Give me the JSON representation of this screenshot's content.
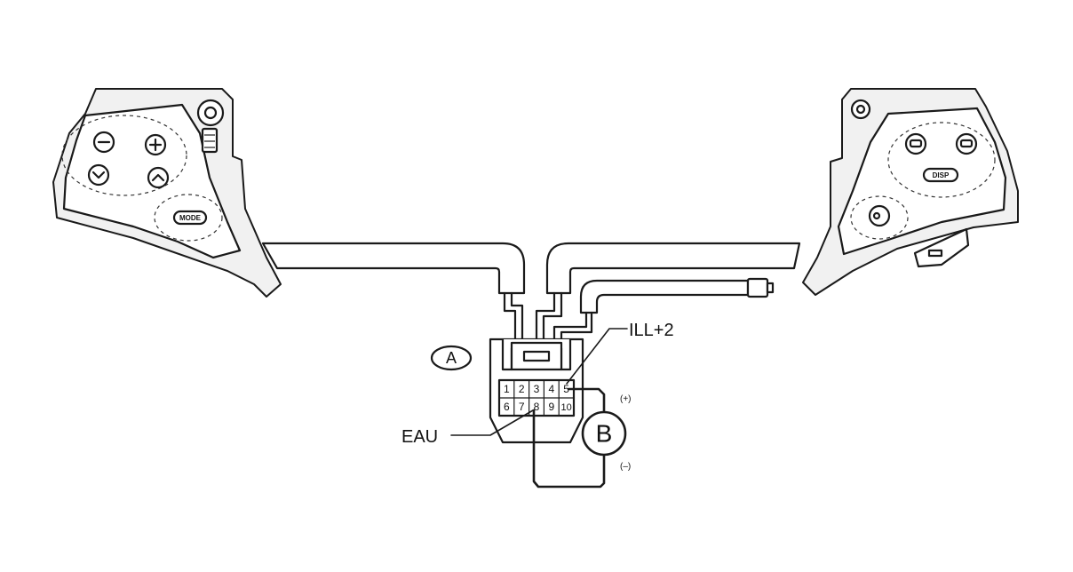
{
  "labels": {
    "connector_id": "A",
    "meter_id": "B",
    "ill_pin": "ILL+2",
    "eau_pin": "EAU",
    "plus": "(+)",
    "minus": "(–)"
  },
  "connector_pins": {
    "top_row": [
      "1",
      "2",
      "3",
      "4",
      "5"
    ],
    "bottom_row": [
      "6",
      "7",
      "8",
      "9",
      "10"
    ]
  },
  "switch_labels": {
    "mode": "MODE",
    "disp": "DISP"
  }
}
